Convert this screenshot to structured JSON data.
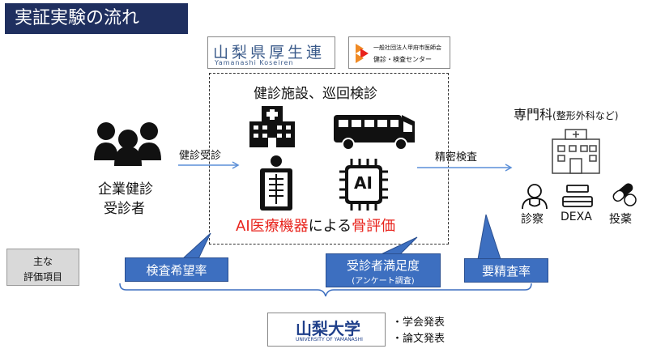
{
  "title": "実証実験の流れ",
  "logos": {
    "kouseiren": "山梨県厚生連",
    "kouseiren_sub": "Yamanashi Koseiren",
    "kofu_org_line1": "一般社団法人甲府市医師会",
    "kofu_org_line2": "健診・検査センター",
    "university": "山梨大学",
    "university_sub": "UNIVERSITY OF YAMANASHI"
  },
  "left": {
    "label_line1": "企業健診",
    "label_line2": "受診者"
  },
  "arrow_left_label": "健診受診",
  "center": {
    "heading": "健診施設、巡回検診",
    "ai_chip": "AI",
    "bottom_red1": "AI医療機器",
    "bottom_black": "による",
    "bottom_red2": "骨評価"
  },
  "arrow_right_label": "精密検査",
  "right": {
    "heading_main": "専門科",
    "heading_sub": "(整形外科など)",
    "items": [
      "診察",
      "DEXA",
      "投薬"
    ]
  },
  "main_items_box": {
    "line1": "主な",
    "line2": "評価項目"
  },
  "callouts": {
    "c1": "検査希望率",
    "c2_main": "受診者満足度",
    "c2_sub": "(アンケート調査)",
    "c3": "要精査率"
  },
  "outputs": [
    "・学会発表",
    "・論文発表"
  ],
  "colors": {
    "title_bg": "#1f2f5f",
    "callout": "#3d6fc0",
    "red": "#e8231c",
    "arrow": "#5b8fd8"
  }
}
